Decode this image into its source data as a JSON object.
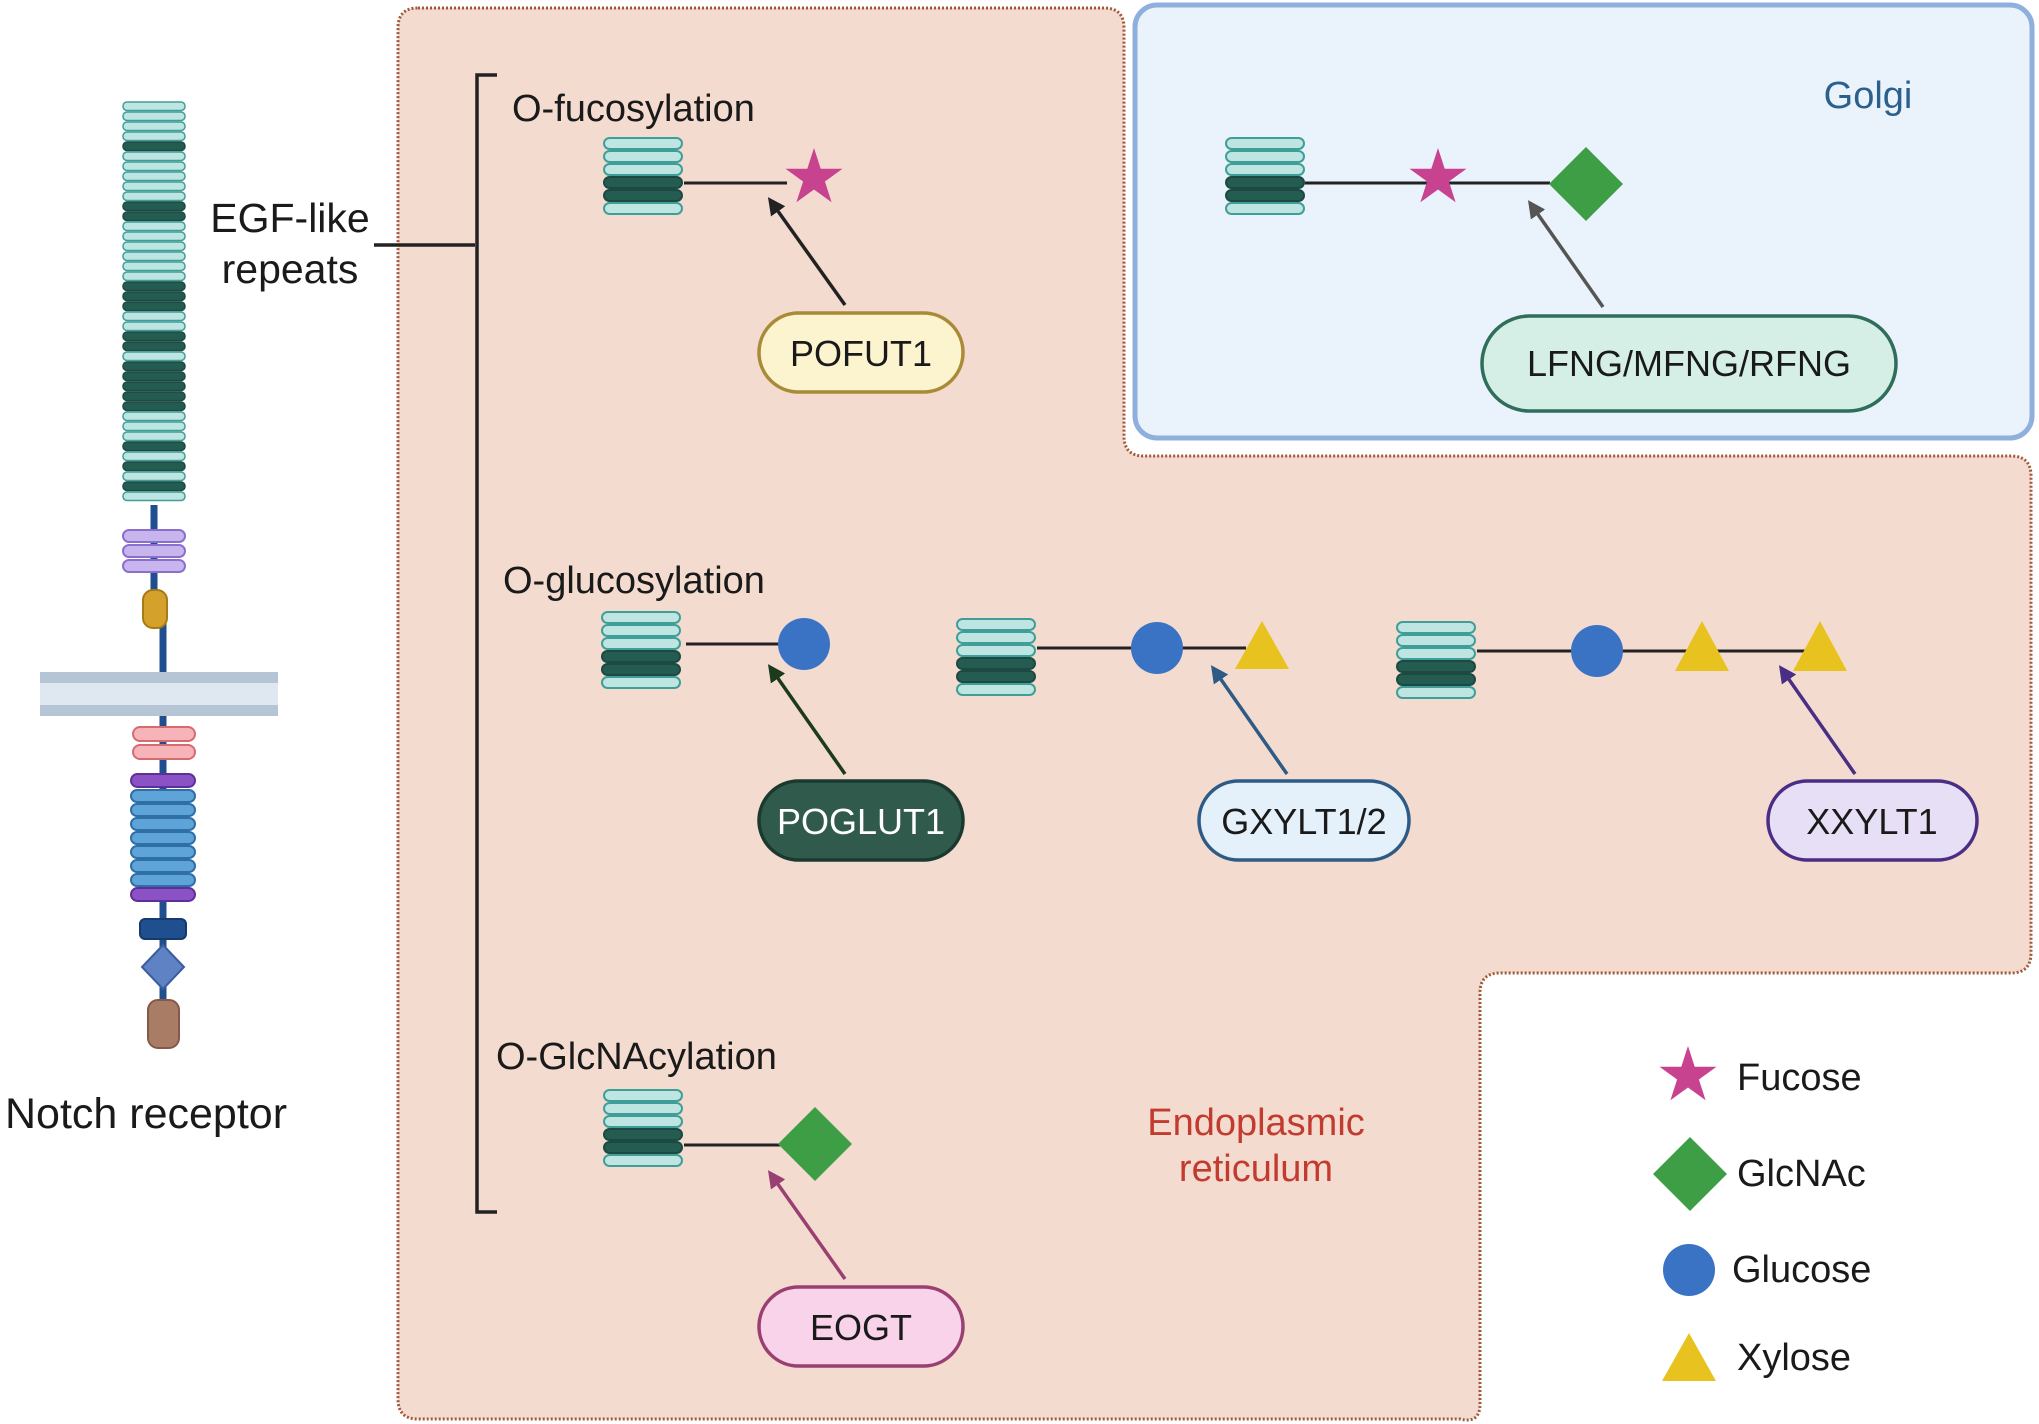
{
  "receptor": {
    "label": "Notch receptor"
  },
  "egf": {
    "label_line1": "EGF-like",
    "label_line2": "repeats"
  },
  "compartments": {
    "er": {
      "line1": "Endoplasmic",
      "line2": "reticulum",
      "color": "#c23b2f"
    },
    "golgi": {
      "label": "Golgi",
      "color": "#2b5f8c"
    }
  },
  "modifications": {
    "fucosylation": {
      "title": "O-fucosylation",
      "enzyme": "POFUT1"
    },
    "golgi_elongation": {
      "enzyme": "LFNG/MFNG/RFNG"
    },
    "glucosylation": {
      "title": "O-glucosylation",
      "enzymes": [
        "POGLUT1",
        "GXYLT1/2",
        "XXYLT1"
      ]
    },
    "glcnacylation": {
      "title": "O-GlcNAcylation",
      "enzyme": "EOGT"
    }
  },
  "legend": {
    "items": [
      {
        "label": "Fucose",
        "icon": "star-icon",
        "color": "#c7428f"
      },
      {
        "label": "GlcNAc",
        "icon": "diamond-icon",
        "color": "#3e9e45"
      },
      {
        "label": "Glucose",
        "icon": "circle-icon",
        "color": "#3b73c4"
      },
      {
        "label": "Xylose",
        "icon": "triangle-icon",
        "color": "#e8c21f"
      }
    ]
  },
  "colors": {
    "er_fill": "#f4dbcf",
    "er_border": "#a0583a",
    "golgi_fill": "#eaf3fb",
    "golgi_border": "#8fb0dc",
    "egf_light": "#bfe5e3",
    "egf_dark": "#245c52"
  }
}
